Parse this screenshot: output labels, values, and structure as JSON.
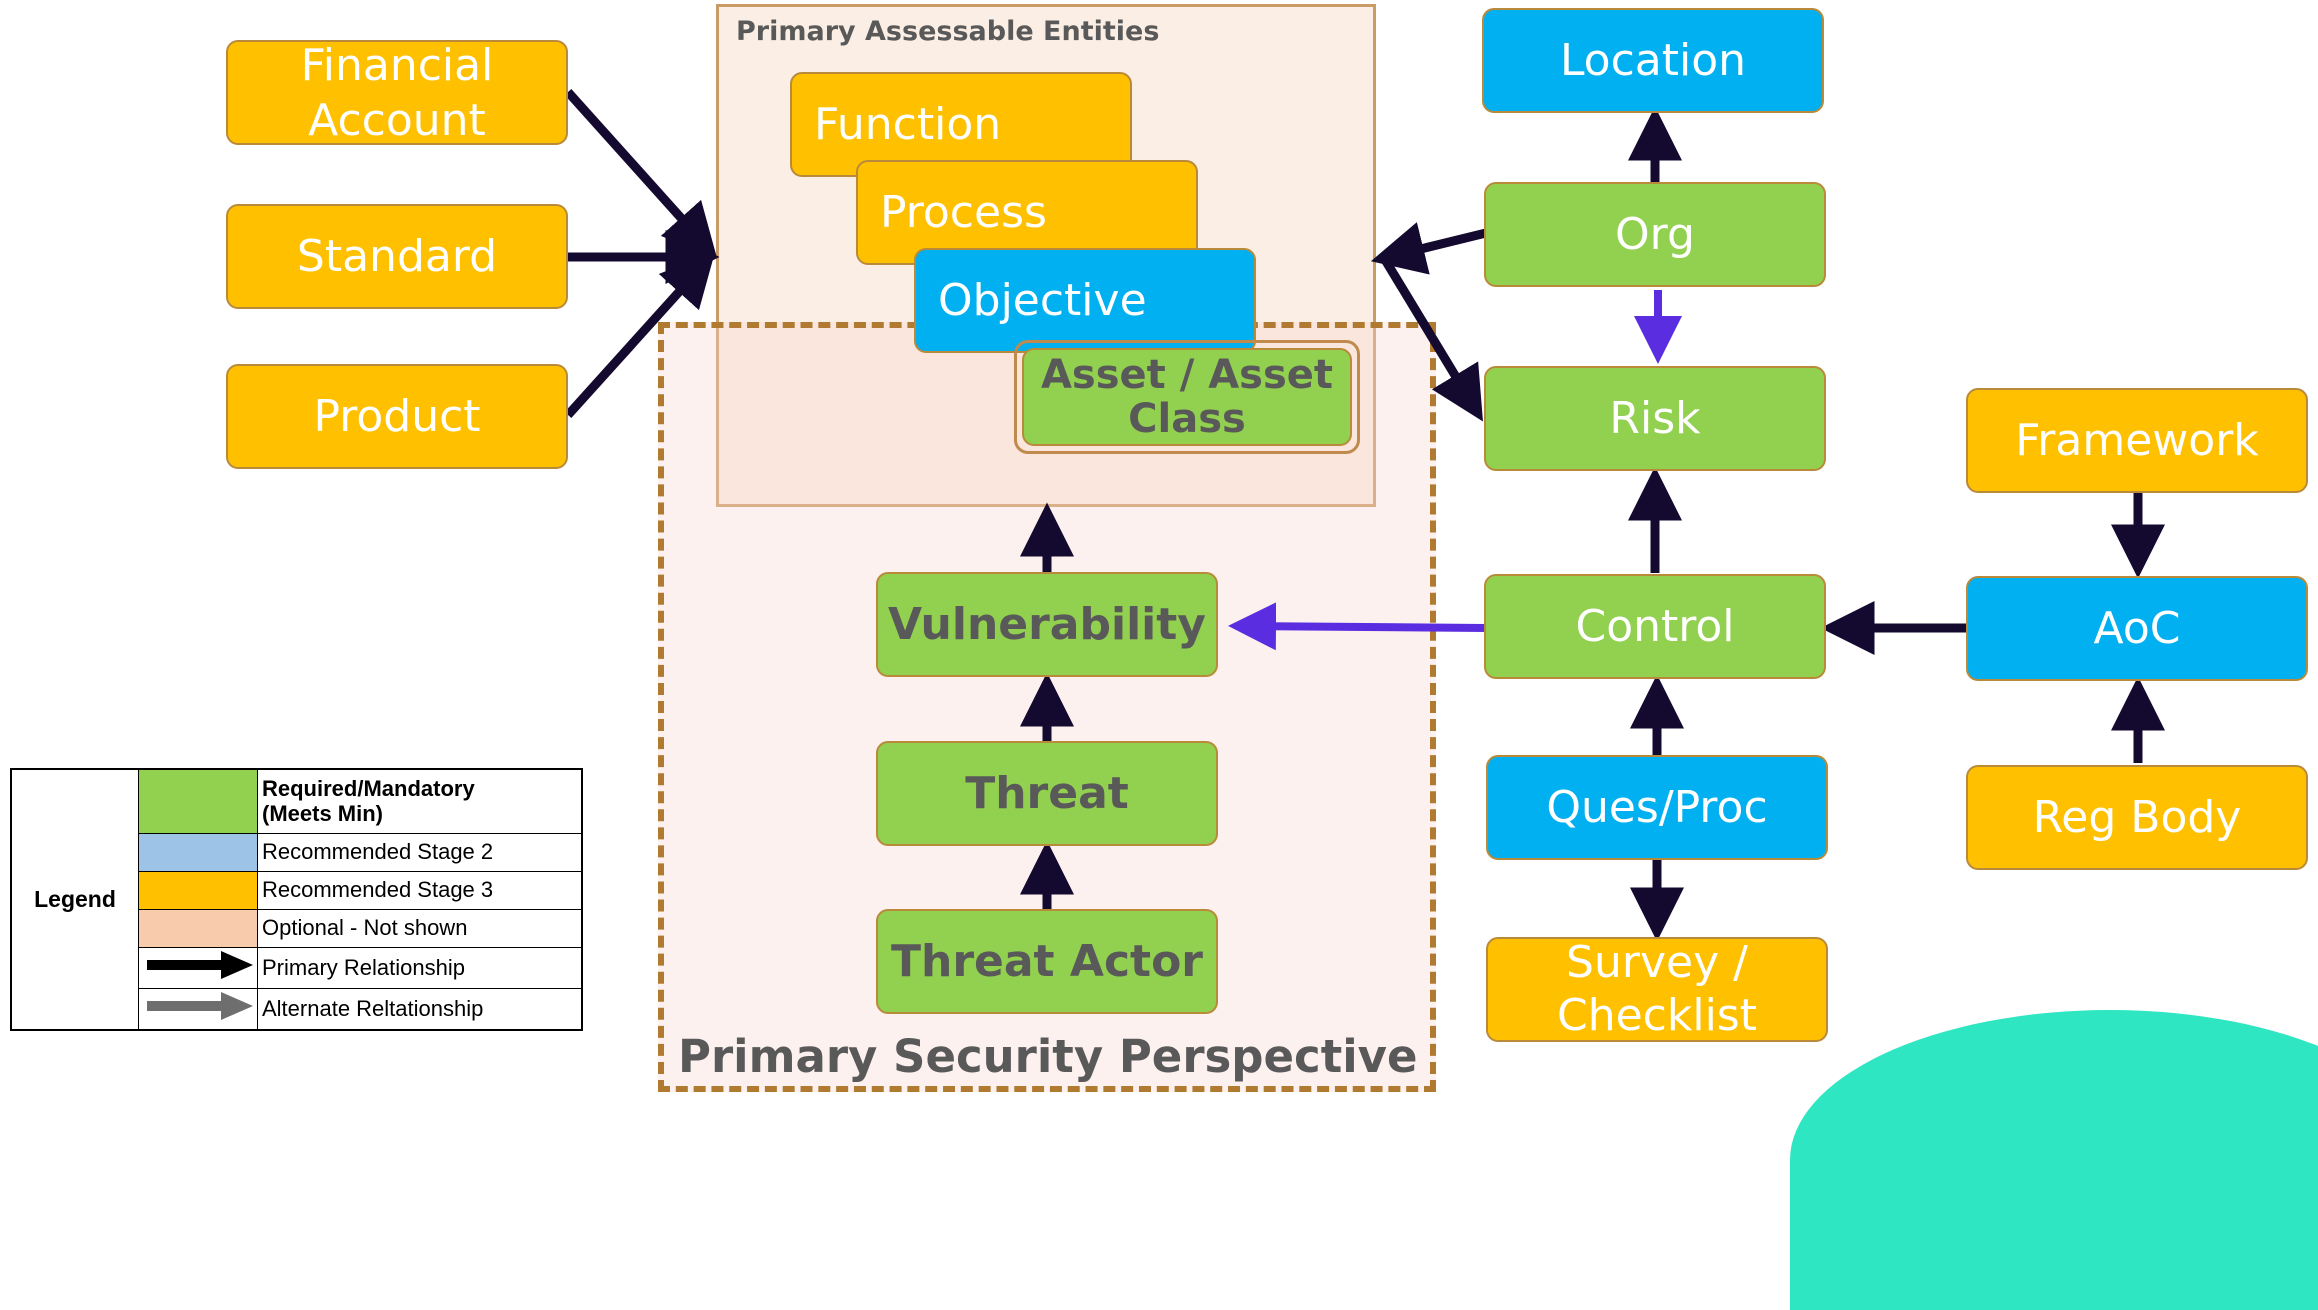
{
  "regions": {
    "entities_label": "Primary Assessable Entities",
    "security_label": "Primary Security Perspective"
  },
  "nodes": {
    "financial_account": "Financial\nAccount",
    "standard": "Standard",
    "product": "Product",
    "function": "Function",
    "process": "Process",
    "objective": "Objective",
    "asset": "Asset / Asset\nClass",
    "vulnerability": "Vulnerability",
    "threat": "Threat",
    "threat_actor": "Threat Actor",
    "location": "Location",
    "org": "Org",
    "risk": "Risk",
    "control": "Control",
    "ques_proc": "Ques/Proc",
    "survey_checklist": "Survey /\nChecklist",
    "framework": "Framework",
    "aoc": "AoC",
    "reg_body": "Reg Body"
  },
  "legend": {
    "title": "Legend",
    "rows": [
      {
        "label": "Required/Mandatory\n(Meets Min)",
        "swatch": "green"
      },
      {
        "label": "Recommended Stage 2",
        "swatch": "light-blue"
      },
      {
        "label": "Recommended Stage 3",
        "swatch": "yellow"
      },
      {
        "label": "Optional - Not shown",
        "swatch": "peach"
      },
      {
        "label": "Primary Relationship",
        "swatch": "black-arrow"
      },
      {
        "label": "Alternate Reltationship",
        "swatch": "gray-arrow"
      }
    ]
  },
  "colors": {
    "yellow": "#ffc000",
    "blue": "#00b0f0",
    "green": "#92d050",
    "light_blue": "#9dc3e6",
    "peach": "#f8cbad",
    "primary_arrow": "#140a30",
    "alternate_arrow": "#5a2ee0"
  }
}
